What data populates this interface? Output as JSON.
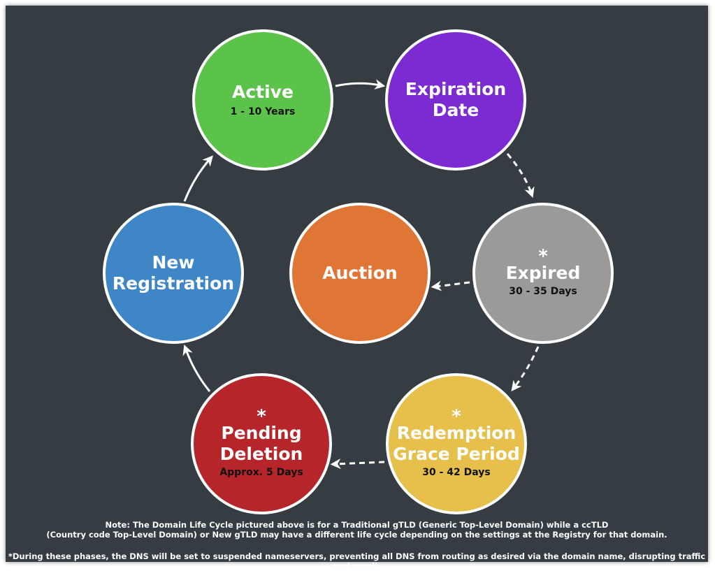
{
  "nodes": {
    "active": {
      "title": "Active",
      "sub": "1 - 10 Years",
      "color": "#5bc24a"
    },
    "expiration": {
      "title_line1": "Expiration",
      "title_line2": "Date",
      "color": "#7b2bd1"
    },
    "expired": {
      "star": "*",
      "title": "Expired",
      "sub": "30 - 35 Days",
      "color": "#9a9a9a"
    },
    "auction": {
      "title": "Auction",
      "color": "#e07636"
    },
    "redemption": {
      "star": "*",
      "title_line1": "Redemption",
      "title_line2": "Grace Period",
      "sub": "30 - 42 Days",
      "color": "#e6c04b"
    },
    "pending": {
      "star": "*",
      "title_line1": "Pending",
      "title_line2": "Deletion",
      "sub": "Approx. 5 Days",
      "color": "#b5252a"
    },
    "new_registration": {
      "title_line1": "New",
      "title_line2": "Registration",
      "color": "#3f86c6"
    }
  },
  "notes": {
    "line1": "Note: The Domain Life Cycle pictured above is for a Traditional gTLD (Generic Top-Level Domain) while a ccTLD",
    "line2": "(Country code Top-Level Domain) or New gTLD may have a different life cycle depending on the settings at the Registry for that domain.",
    "footnote": "*During these phases, the DNS will be set to suspended nameservers, preventing all DNS from routing as desired via the domain name, disrupting traffic and email."
  }
}
